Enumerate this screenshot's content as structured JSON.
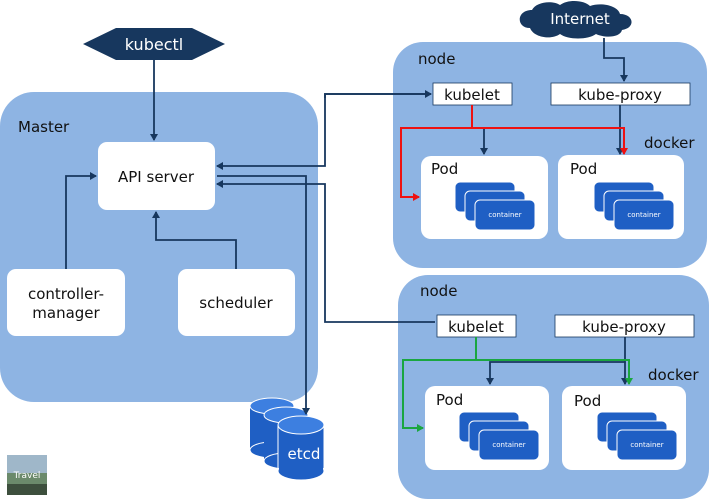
{
  "kubectl": "kubectl",
  "internet": "Internet",
  "master": {
    "label": "Master",
    "api_server": "API server",
    "controller_manager": [
      "controller-",
      "manager"
    ],
    "scheduler": "scheduler",
    "etcd": "etcd"
  },
  "nodes": [
    {
      "label": "node",
      "kubelet": "kubelet",
      "kube_proxy": "kube-proxy",
      "docker": "docker",
      "pods": [
        {
          "label": "Pod",
          "container": "container"
        },
        {
          "label": "Pod",
          "container": "container"
        }
      ]
    },
    {
      "label": "node",
      "kubelet": "kubelet",
      "kube_proxy": "kube-proxy",
      "docker": "docker",
      "pods": [
        {
          "label": "Pod",
          "container": "container"
        },
        {
          "label": "Pod",
          "container": "container"
        }
      ]
    }
  ],
  "watermark": "Travel",
  "colors": {
    "region_fill": "#8eb4e3",
    "box_fill": "#ffffff",
    "dark_blue": "#17375e",
    "container_blue": "#1f5fc4",
    "red_link": "#e11",
    "green_link": "#1aa640"
  }
}
